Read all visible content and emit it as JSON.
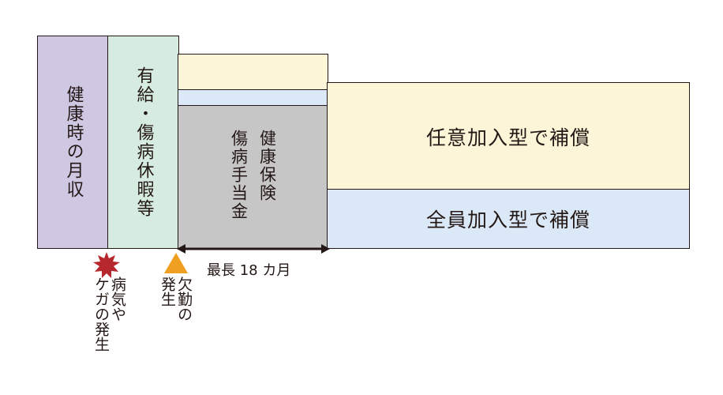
{
  "columns": {
    "healthy_income": "健康時の月収",
    "paid_leave": "有給・傷病休暇等",
    "sickness_allowance": [
      "健康保険",
      "傷病手当金"
    ]
  },
  "coverage": {
    "optional": "任意加入型で補償",
    "all_members": "全員加入型で補償"
  },
  "duration_label": "最長 18 カ月",
  "events": {
    "illness_injury": [
      "病気や",
      "ケガの発生"
    ],
    "absence": [
      "欠勤の",
      "発生"
    ]
  },
  "colors": {
    "healthy": "#cfc8e3",
    "leave": "#d6ece0",
    "cream": "#fcf5d8",
    "blue": "#dbe8f7",
    "gray": "#c6c6c6",
    "star": "#b7282e",
    "triangle": "#f0a020"
  }
}
